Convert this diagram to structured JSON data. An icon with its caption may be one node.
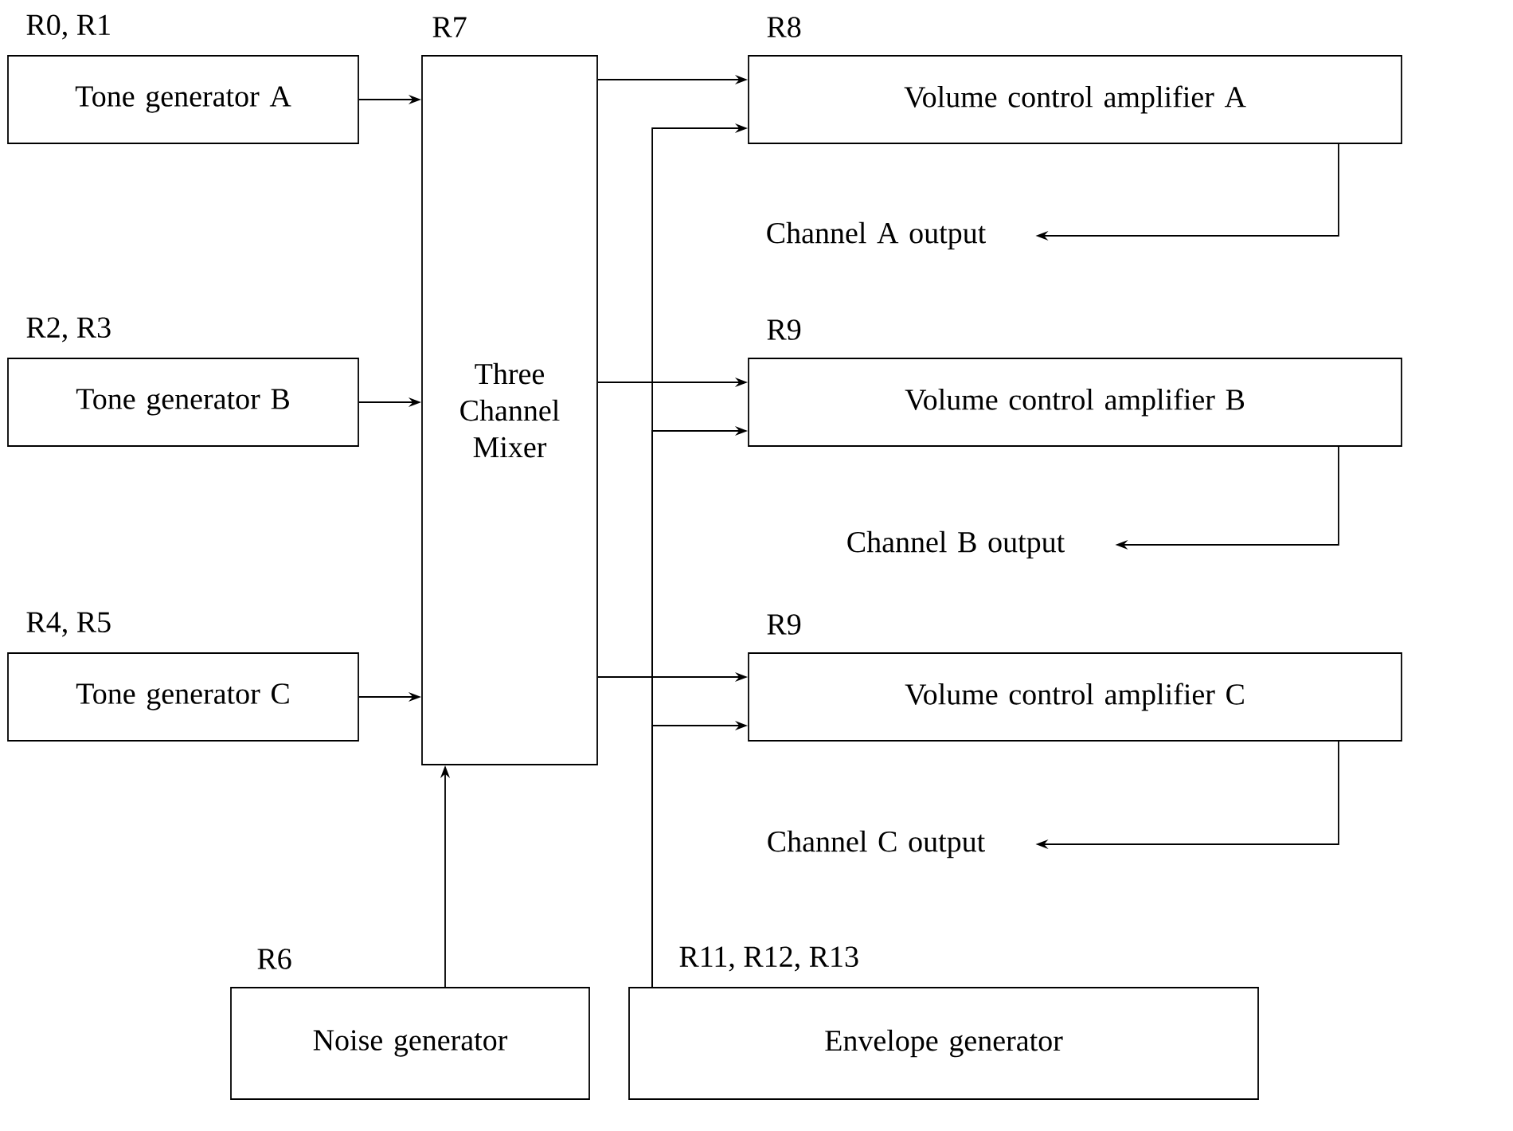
{
  "diagram": {
    "nodes": [
      {
        "text": [
          "Tone generator A"
        ],
        "beside": [
          "R0, R1"
        ]
      },
      {
        "text": [
          "Tone generator B"
        ],
        "beside": [
          "R2, R3"
        ]
      },
      {
        "text": [
          "Tone generator C"
        ],
        "beside": [
          "R4, R5"
        ]
      },
      {
        "text": [
          "Three Channel Mixer"
        ],
        "beside": [
          "R7"
        ]
      },
      {
        "text": [
          "Volume control amplifier A"
        ],
        "beside": [
          "R8"
        ]
      },
      {
        "text": [
          "Volume control amplifier B"
        ],
        "beside": [
          "R9"
        ]
      },
      {
        "text": [
          "Volume control amplifier C"
        ],
        "beside": [
          "R9"
        ]
      },
      {
        "text": [
          "Noise generator"
        ],
        "beside": [
          "R6"
        ]
      },
      {
        "text": [
          "Envelope generator"
        ],
        "beside": [
          "R11, R12, R13"
        ]
      },
      {
        "text": [
          "Channel A output"
        ]
      },
      {
        "text": [
          "Channel B output"
        ]
      },
      {
        "text": [
          "Channel C output"
        ]
      }
    ],
    "edges": [
      {
        "from": 0,
        "to": 3,
        "arrow": "to"
      },
      {
        "from": 1,
        "to": 3,
        "arrow": "to"
      },
      {
        "from": 2,
        "to": 3,
        "arrow": "to"
      },
      {
        "from": 3,
        "to": 4,
        "arrow": "to"
      },
      {
        "from": 3,
        "to": 5,
        "arrow": "to"
      },
      {
        "from": 3,
        "to": 6,
        "arrow": "to"
      },
      {
        "from": 7,
        "to": 3,
        "arrow": "to"
      },
      {
        "from": 8,
        "to": 4,
        "arrow": "to"
      },
      {
        "from": 8,
        "to": 5,
        "arrow": "to"
      },
      {
        "from": 8,
        "to": 6,
        "arrow": "to"
      },
      {
        "from": 4,
        "to": 9,
        "arrow": "to"
      },
      {
        "from": 5,
        "to": 10,
        "arrow": "to"
      },
      {
        "from": 6,
        "to": 11,
        "arrow": "to"
      }
    ]
  }
}
